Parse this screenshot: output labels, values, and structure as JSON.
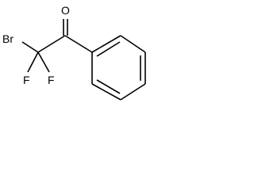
{
  "molecule": {
    "atoms": {
      "bromine": "Br",
      "fluorine_1": "F",
      "fluorine_2": "F",
      "oxygen": "O"
    }
  }
}
